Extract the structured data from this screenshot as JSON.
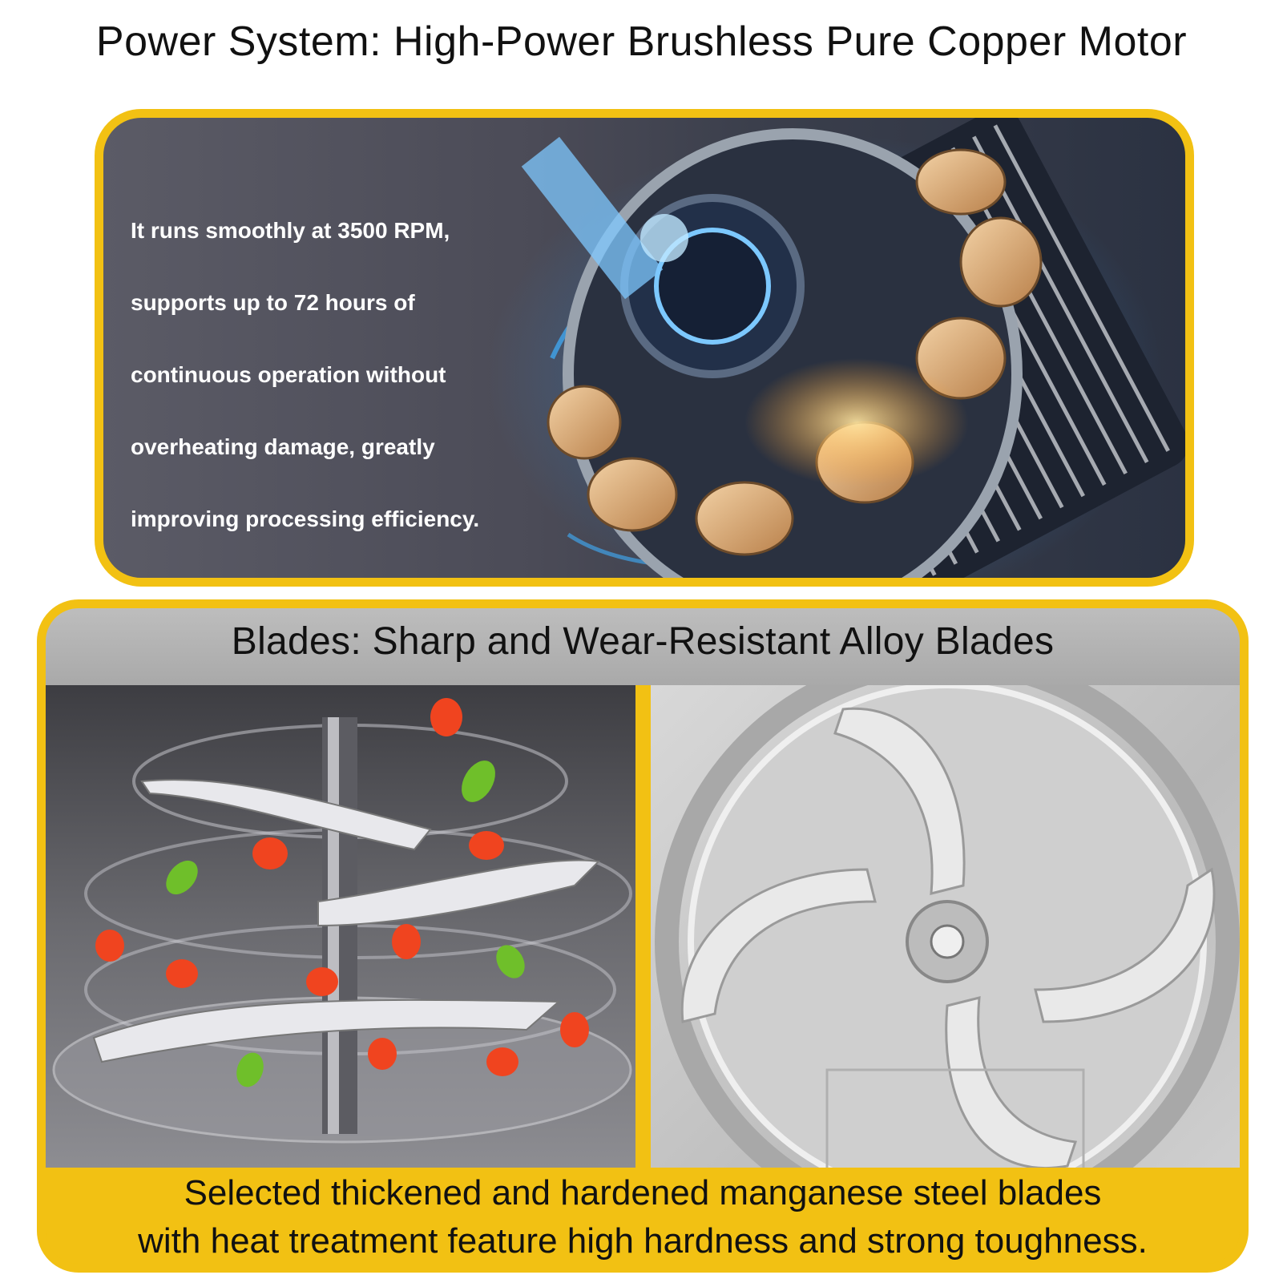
{
  "title": "Power System: High-Power Brushless Pure Copper Motor",
  "motor": {
    "lines": [
      "It runs smoothly at 3500 RPM,",
      "supports up to 72 hours of",
      "continuous operation without",
      "overheating damage, greatly",
      "improving processing efficiency."
    ]
  },
  "blades": {
    "title": "Blades: Sharp and Wear-Resistant Alloy Blades",
    "caption": [
      "Selected thickened and hardened manganese steel blades",
      "with heat treatment feature high hardness and strong toughness."
    ]
  },
  "colors": {
    "frame": "#f2c113",
    "motor_glow": "#2f9cff",
    "copper": "#d9a46a"
  }
}
